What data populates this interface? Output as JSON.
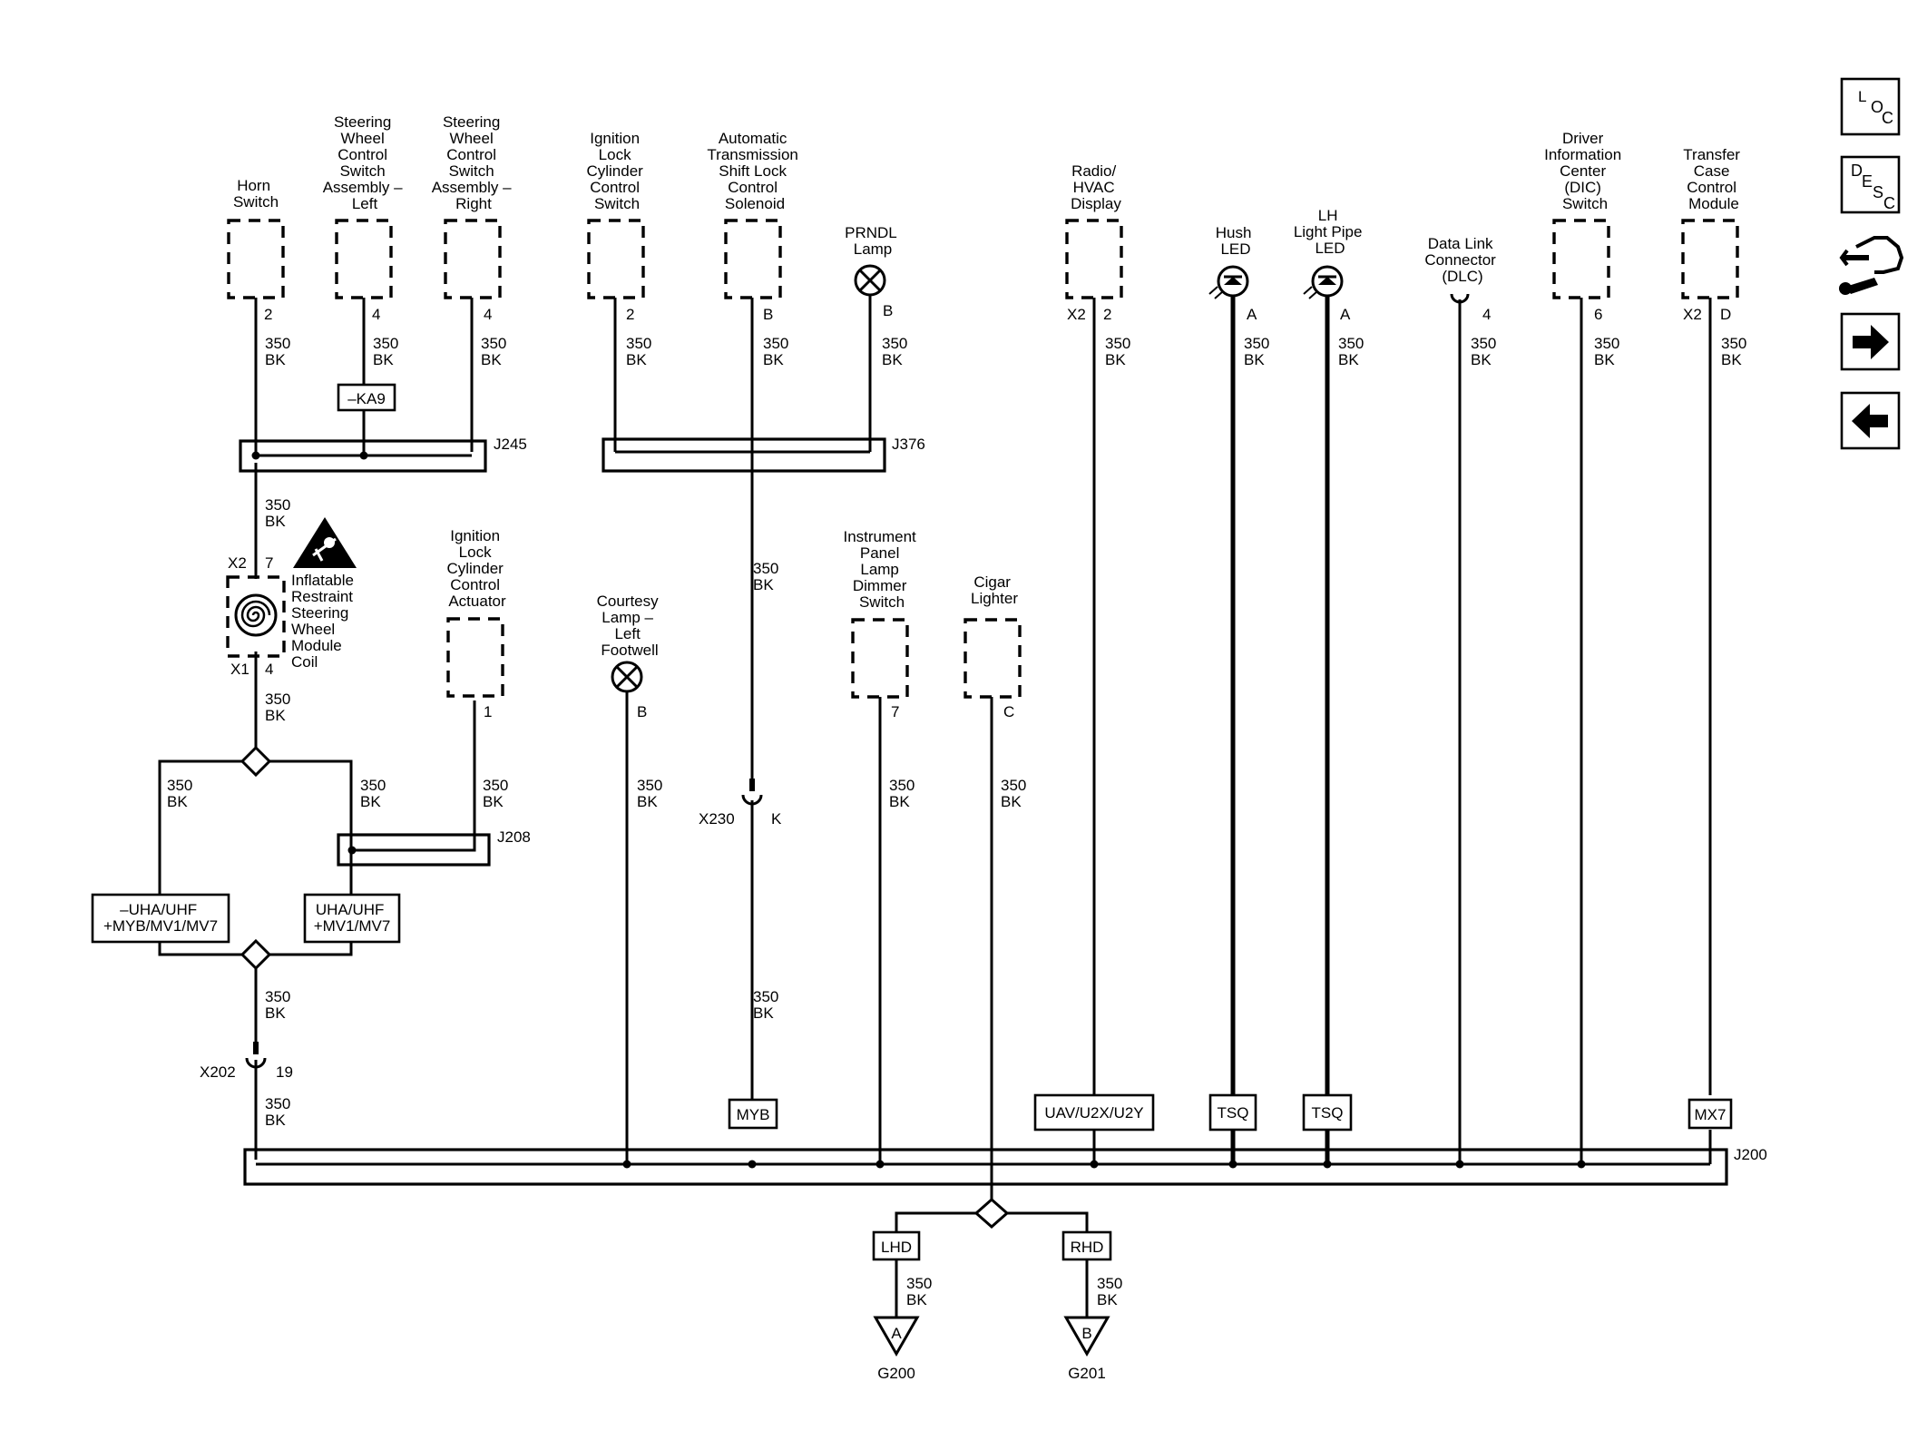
{
  "nav": {
    "loc_label": [
      "L",
      "O",
      "C"
    ],
    "desc_label": [
      "D",
      "E",
      "S",
      "C"
    ],
    "icons": [
      "loc-icon",
      "desc-icon",
      "wrench-connector-icon",
      "arrow-right-icon",
      "arrow-left-icon"
    ]
  },
  "components": {
    "horn_switch": [
      "Horn",
      "Switch"
    ],
    "swc_left": [
      "Steering",
      "Wheel",
      "Control",
      "Switch",
      "Assembly –",
      "Left"
    ],
    "swc_right": [
      "Steering",
      "Wheel",
      "Control",
      "Switch",
      "Assembly –",
      "Right"
    ],
    "ign_lock_switch": [
      "Ignition",
      "Lock",
      "Cylinder",
      "Control",
      "Switch"
    ],
    "shift_lock": [
      "Automatic",
      "Transmission",
      "Shift Lock",
      "Control",
      "Solenoid"
    ],
    "prndl": [
      "PRNDL",
      "Lamp"
    ],
    "radio": [
      "Radio/",
      "HVAC",
      "Display"
    ],
    "hush": [
      "Hush",
      "LED"
    ],
    "lightpipe": [
      "LH",
      "Light Pipe",
      "LED"
    ],
    "dlc": [
      "Data Link",
      "Connector",
      "(DLC)"
    ],
    "dic": [
      "Driver",
      "Information",
      "Center",
      "(DIC)",
      "Switch"
    ],
    "transfer": [
      "Transfer",
      "Case",
      "Control",
      "Module"
    ],
    "airbag_coil": [
      "Inflatable",
      "Restraint",
      "Steering",
      "Wheel",
      "Module",
      "Coil"
    ],
    "ign_actuator": [
      "Ignition",
      "Lock",
      "Cylinder",
      "Control",
      "Actuator"
    ],
    "courtesy": [
      "Courtesy",
      "Lamp –",
      "Left",
      "Footwell"
    ],
    "ip_dimmer": [
      "Instrument",
      "Panel",
      "Lamp",
      "Dimmer",
      "Switch"
    ],
    "cigar": [
      "Cigar",
      "Lighter"
    ]
  },
  "pins": {
    "horn": "2",
    "swc_left": "4",
    "swc_right": "4",
    "ign_switch": "2",
    "shift_lock": "B",
    "prndl": "B",
    "radio_conn": "X2",
    "radio": "2",
    "hush": "A",
    "lightpipe": "A",
    "dlc": "4",
    "dic": "6",
    "transfer_conn": "X2",
    "transfer": "D",
    "coil_top_conn": "X2",
    "coil_top": "7",
    "coil_bot_conn": "X1",
    "coil_bot": "4",
    "actuator": "1",
    "courtesy": "B",
    "dimmer": "7",
    "cigar": "C",
    "x230_conn": "X230",
    "x230": "K",
    "x202_conn": "X202",
    "x202": "19"
  },
  "wire": {
    "gauge": "350",
    "color": "BK"
  },
  "splices": {
    "j245": "J245",
    "j376": "J376",
    "j208": "J208",
    "j200": "J200"
  },
  "options": {
    "ka9": "–KA9",
    "uha_neg": [
      "–UHA/UHF",
      "+MYB/MV1/MV7"
    ],
    "uha_pos": [
      "UHA/UHF",
      "+MV1/MV7"
    ],
    "myb": "MYB",
    "uav": "UAV/U2X/U2Y",
    "tsq1": "TSQ",
    "tsq2": "TSQ",
    "mx7": "MX7",
    "lhd": "LHD",
    "rhd": "RHD"
  },
  "grounds": {
    "a_letter": "A",
    "b_letter": "B",
    "g200": "G200",
    "g201": "G201"
  }
}
